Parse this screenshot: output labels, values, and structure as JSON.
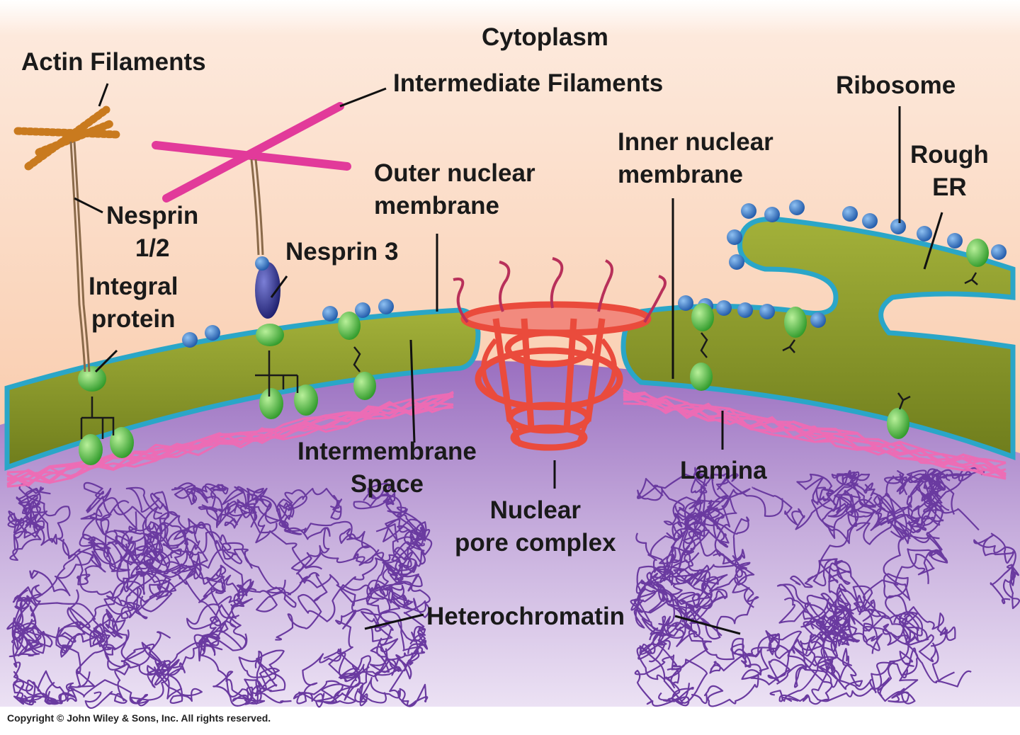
{
  "labels": {
    "cytoplasm": "Cytoplasm",
    "actin_filaments": "Actin Filaments",
    "intermediate_filaments": "Intermediate Filaments",
    "ribosome": "Ribosome",
    "rough_er": "Rough ER",
    "inner_nuclear_membrane": "Inner nuclear membrane",
    "outer_nuclear_membrane": "Outer nuclear membrane",
    "nesprin_12": "Nesprin 1/2",
    "integral_protein": "Integral protein",
    "nesprin_3": "Nesprin 3",
    "intermembrane_space": "Intermembrane Space",
    "nuclear_pore_complex": "Nuclear pore complex",
    "lamina": "Lamina",
    "heterochromatin": "Heterochromatin"
  },
  "label_lines": {
    "rough_er": [
      "Rough",
      "ER"
    ],
    "inner_nuclear_membrane": [
      "Inner nuclear",
      "membrane"
    ],
    "outer_nuclear_membrane": [
      "Outer nuclear",
      "membrane"
    ],
    "nesprin_12": [
      "Nesprin",
      "1/2"
    ],
    "integral_protein": [
      "Integral",
      "protein"
    ],
    "intermembrane_space": [
      "Intermembrane",
      "Space"
    ],
    "nuclear_pore_complex": [
      "Nuclear",
      "pore complex"
    ]
  },
  "copyright": "Copyright © John Wiley & Sons, Inc. All rights reserved.",
  "colors": {
    "cytoplasm_top": "#fde9dc",
    "cytoplasm_bottom": "#f6b98e",
    "nucleoplasm": "#b792cf",
    "membrane_fill": "#8a9a2a",
    "membrane_edge": "#2aa6c8",
    "ribosome": "#2f6fbf",
    "integral_protein": "#3fb23a",
    "lamina": "#f06bb4",
    "pore_complex": "#ea4b3c",
    "chromatin": "#6a3aa0",
    "intermediate_filament": "#e23a9a",
    "actin": "#c97a1e",
    "nesprin3": "#2c2e8c"
  }
}
